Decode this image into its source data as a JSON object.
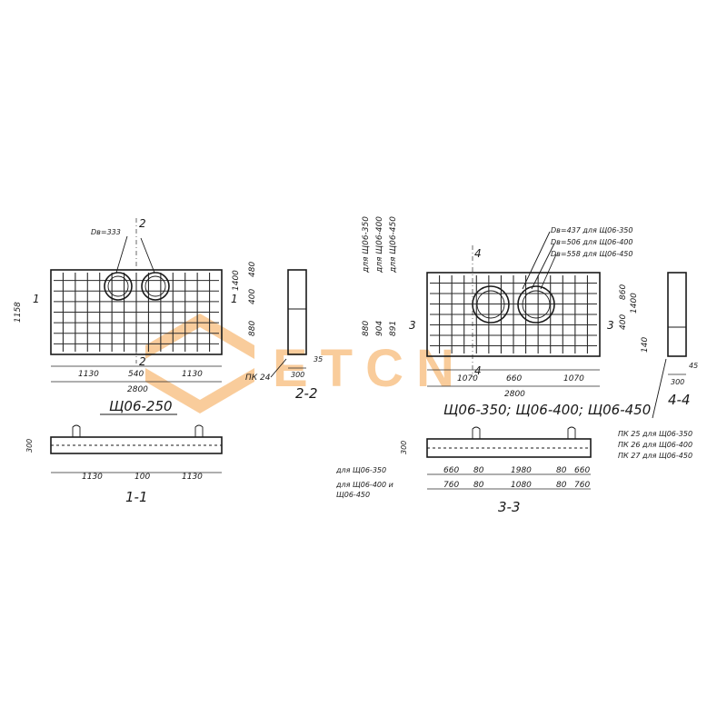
{
  "logo": {
    "text": "ETCN",
    "color": "#f5a44a"
  },
  "left": {
    "dims_x": [
      "1130",
      "540",
      "1130"
    ],
    "total": "2800",
    "dims_right": [
      "480",
      "400",
      "880"
    ],
    "height_total": "1400",
    "height_left": "1158",
    "diam": "Dв=333",
    "section_top": "2",
    "section_bot": "2",
    "section_side_l": "1",
    "section_side_r": "1",
    "title": "Щ06-250",
    "sec22": {
      "label": "2-2",
      "dim": "300",
      "dim2": "35",
      "pk": "ПК 24"
    },
    "sec11": {
      "label": "1-1",
      "dims": [
        "1130",
        "100",
        "1130"
      ],
      "height": "300"
    }
  },
  "right": {
    "dims_x": [
      "1070",
      "660",
      "1070"
    ],
    "total": "2800",
    "dims_right": [
      "860",
      "400",
      "1400"
    ],
    "dims_r2": [
      "140"
    ],
    "left_dims": [
      "880",
      "904",
      "891"
    ],
    "left_labels": [
      "для Щ06-350",
      "для Щ06-400",
      "для Щ06-450"
    ],
    "diam": [
      "Dв=437 для Щ06-350",
      "Dв=506 для Щ06-400",
      "Dв=558 для Щ06-450"
    ],
    "section_top": "4",
    "section_bot": "4",
    "section_side_l": "3",
    "section_side_r": "3",
    "title": "Щ06-350; Щ06-400; Щ06-450",
    "sec44": {
      "label": "4-4",
      "dim": "300",
      "dim2": "45",
      "pk": [
        "ПК 25 для Щ06-350",
        "ПК 26 для Щ06-400",
        "ПК 27 для Щ06-450"
      ]
    },
    "sec33": {
      "label": "3-3",
      "height": "300",
      "row1_label": "для Щ06-350",
      "row1": [
        "660",
        "80",
        "1980",
        "80",
        "660"
      ],
      "row2_label": "для Щ06-400 и",
      "row2_label2": "Щ06-450",
      "row2": [
        "760",
        "80",
        "1080",
        "80",
        "760"
      ]
    }
  }
}
